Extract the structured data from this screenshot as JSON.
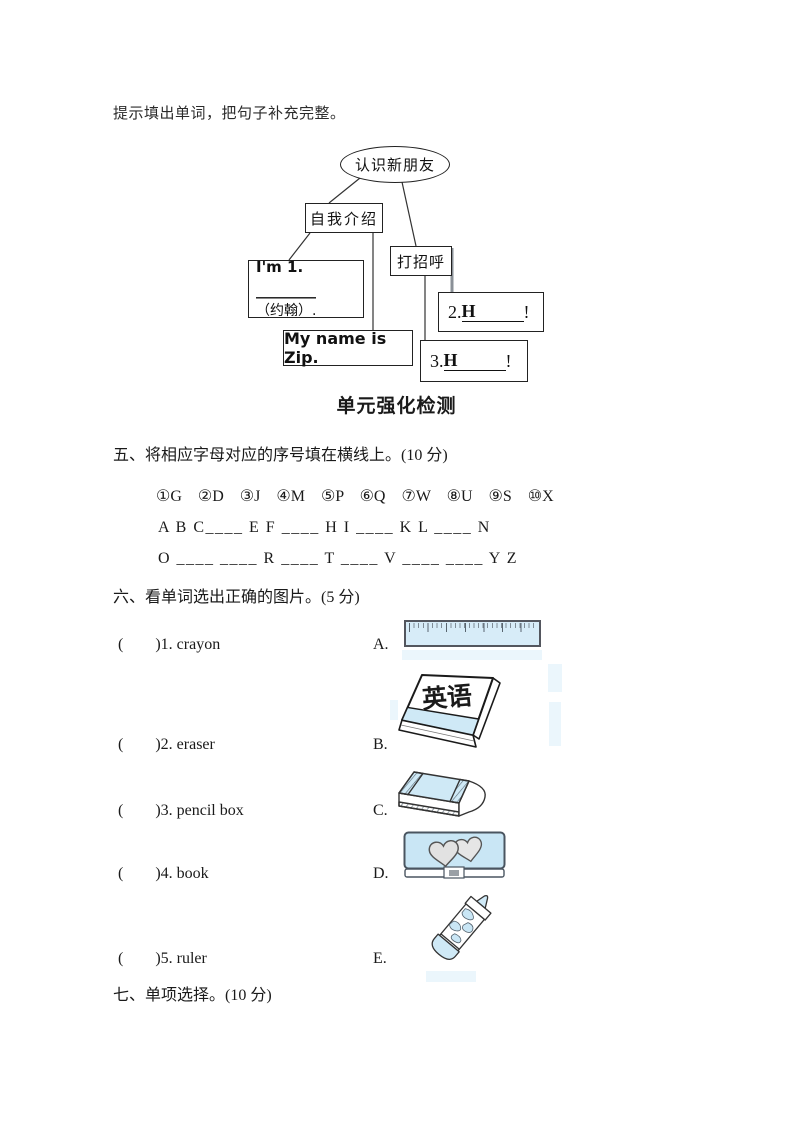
{
  "colors": {
    "accent_blue": "#cfe9f6",
    "ink": "#1a1a1a"
  },
  "intro_text": "提示填出单词，把句子补充完整。",
  "diagram": {
    "root_label": "认识新朋友",
    "intro_label": "自我介绍",
    "greet_label": "打招呼",
    "im_line1": "I'm 1. ________",
    "im_line2": "（约翰）.",
    "zip_label": "My name is Zip.",
    "h2_num": "2.",
    "h2_letter": "H",
    "h2_end": "!",
    "h3_num": "3.",
    "h3_letter": "H",
    "h3_end": "!"
  },
  "title": "单元强化检测",
  "section5": {
    "header": "五、将相应字母对应的序号填在横线上。(10 分)",
    "options_line": "①G　②D　③J　④M　⑤P　⑥Q　⑦W　⑧U　⑨S　⑩X",
    "letters_row1": "A B C____ E F ____ H I ____ K L ____ N",
    "letters_row2": "O ____ ____ R ____ T ____ V ____ ____ Y Z"
  },
  "section6": {
    "header": "六、看单词选出正确的图片。(5 分)",
    "book_cover_text": "英语",
    "items": [
      {
        "label": "(        )1. crayon",
        "option": "A.",
        "image": "ruler"
      },
      {
        "label": "(        )2. eraser",
        "option": "B.",
        "image": "book"
      },
      {
        "label": "(        )3. pencil box",
        "option": "C.",
        "image": "eraser"
      },
      {
        "label": "(        )4. book",
        "option": "D.",
        "image": "pencil-box"
      },
      {
        "label": "(        )5. ruler",
        "option": "E.",
        "image": "crayon"
      }
    ]
  },
  "section7": {
    "header": "七、单项选择。(10 分)"
  }
}
